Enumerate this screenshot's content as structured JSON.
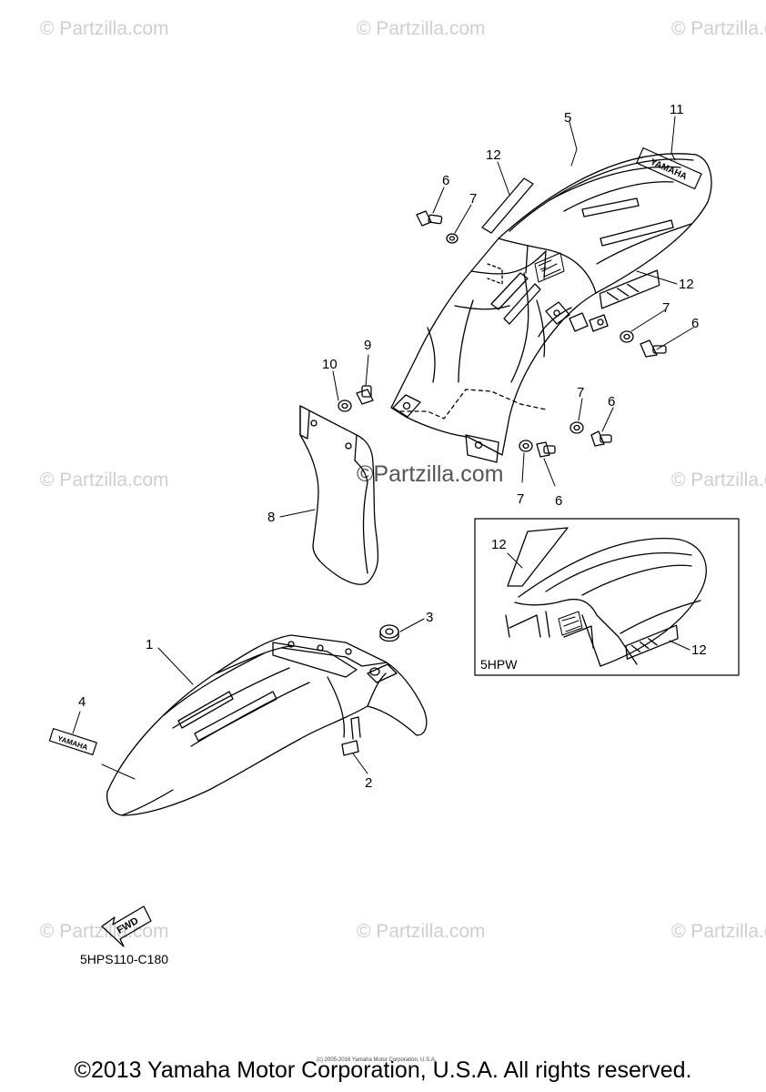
{
  "watermark": {
    "text": "© Partzilla.com",
    "center_text": "©Partzilla.com"
  },
  "callouts": [
    "1",
    "2",
    "3",
    "4",
    "5",
    "6",
    "7",
    "8",
    "9",
    "10",
    "11",
    "12"
  ],
  "inset": {
    "model_code": "5HPW",
    "callouts": [
      "12",
      "12"
    ]
  },
  "diagram_code": "5HPS110-C180",
  "fwd_label": "FWD",
  "decal_text": "YAMAHA",
  "copyright_small": "(c) 2005-2016 Yamaha Motor Corporation, U.S.A.",
  "footer": "©2013 Yamaha Motor Corporation, U.S.A. All rights reserved."
}
